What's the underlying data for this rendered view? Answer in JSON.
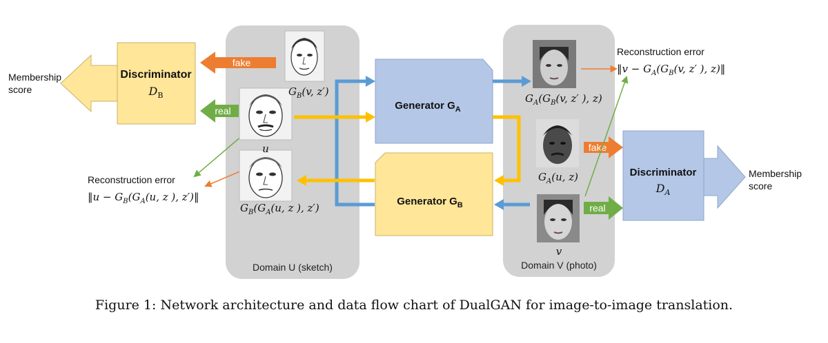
{
  "colors": {
    "panel": "#d2d2d2",
    "generatorA": "#b4c7e7",
    "generatorB": "#ffe699",
    "blueArrow": "#5b9bd5",
    "yellowArrow": "#ffc000",
    "fakeArrow": "#ed7d31",
    "realArrow": "#70ad47",
    "text": "#111111"
  },
  "domainU": {
    "label": "Domain U (sketch)"
  },
  "domainV": {
    "label": "Domain V (photo)"
  },
  "generatorA": {
    "label": "Generator G",
    "sub": "A"
  },
  "generatorB": {
    "label": "Generator G",
    "sub": "B"
  },
  "discriminatorB": {
    "title": "Discriminator",
    "symbol": "D",
    "sub": "B"
  },
  "discriminatorA": {
    "title": "Discriminator",
    "symbol": "D",
    "sub": "A"
  },
  "membershipLeft": {
    "line1": "Membership",
    "line2": "score"
  },
  "membershipRight": {
    "line1": "Membership",
    "line2": "score"
  },
  "arrows": {
    "fakeLeft": "fake",
    "realLeft": "real",
    "fakeRight": "fake",
    "realRight": "real"
  },
  "faceLabels": {
    "gbvz": "G_B(v,z')",
    "u": "u",
    "gbgauz": "G_B(G_A(u,z),z')",
    "gagbvz": "G_A(G_B(v,z'),z)",
    "gauz": "G_A(u,z)",
    "v": "v"
  },
  "reconLeft": {
    "title": "Reconstruction error",
    "formula": "‖u − G_B(G_A(u,z),z')‖"
  },
  "reconRight": {
    "title": "Reconstruction error",
    "formula": "‖v − G_A(G_B(v,z'),z)‖"
  },
  "faces": [
    {
      "id": "face-gb-vz",
      "kind": "sketch"
    },
    {
      "id": "face-u",
      "kind": "sketch"
    },
    {
      "id": "face-gb-ga-uz",
      "kind": "sketch"
    },
    {
      "id": "face-ga-gb-vz",
      "kind": "photo"
    },
    {
      "id": "face-ga-uz",
      "kind": "photo-dark"
    },
    {
      "id": "face-v",
      "kind": "photo"
    }
  ],
  "caption": "Figure 1: Network architecture and data flow chart of DualGAN for image-to-image translation."
}
